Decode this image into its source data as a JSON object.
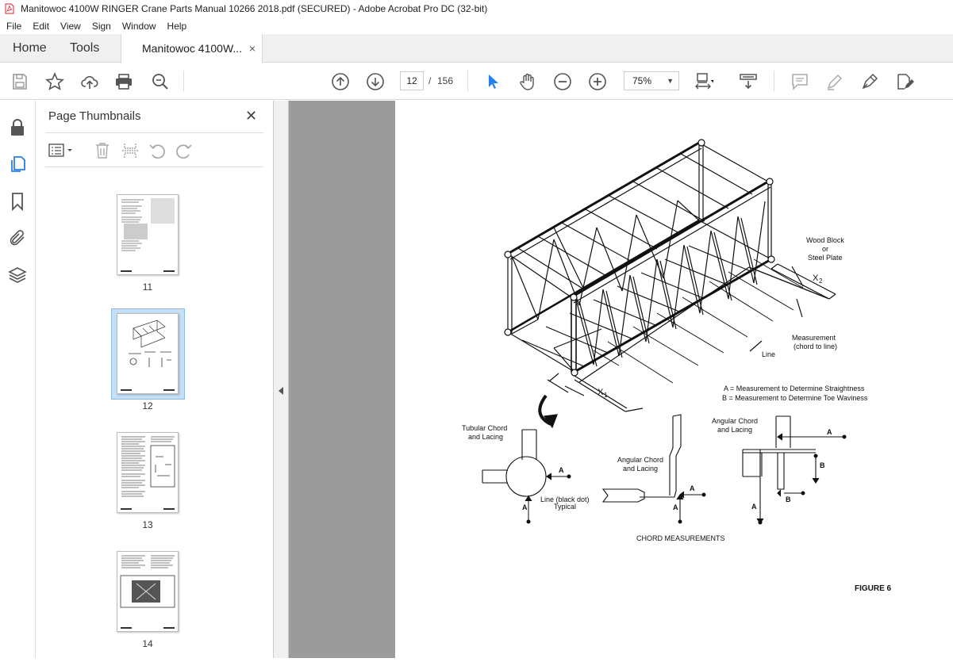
{
  "window": {
    "title": "Manitowoc 4100W RINGER Crane Parts Manual 10266 2018.pdf (SECURED) - Adobe Acrobat Pro DC (32-bit)"
  },
  "menu": [
    "File",
    "Edit",
    "View",
    "Sign",
    "Window",
    "Help"
  ],
  "tabs": {
    "home": "Home",
    "tools": "Tools",
    "document": "Manitowoc 4100W...",
    "close": "×"
  },
  "toolbar": {
    "current_page": "12",
    "page_separator": "/",
    "total_pages": "156",
    "zoom": "75%"
  },
  "panel": {
    "title": "Page Thumbnails",
    "close": "✕"
  },
  "thumbnails": [
    {
      "label": "11",
      "selected": false
    },
    {
      "label": "12",
      "selected": true
    },
    {
      "label": "13",
      "selected": false
    },
    {
      "label": "14",
      "selected": false
    }
  ],
  "document": {
    "wood_block_1": "Wood Block",
    "wood_block_2": "or",
    "wood_block_3": "Steel Plate",
    "x2": "X",
    "x2_sub": "2",
    "x1": "X",
    "x1_sub": "1",
    "measurement_1": "Measurement",
    "measurement_2": "(chord to line)",
    "line": "Line",
    "legend_a": "A = Measurement to Determine Straightness",
    "legend_b": "B = Measurement to Determine Toe Waviness",
    "tubular_1": "Tubular Chord",
    "tubular_2": "and Lacing",
    "angular_mid_1": "Angular Chord",
    "angular_mid_2": "and Lacing",
    "angular_right_1": "Angular Chord",
    "angular_right_2": "and Lacing",
    "line_dot_1": "Line (black dot)",
    "line_dot_2": "Typical",
    "dim_a": "A",
    "dim_b": "B",
    "caption": "CHORD MEASUREMENTS",
    "figure": "FIGURE 6"
  },
  "colors": {
    "accent": "#2680eb",
    "selection": "#c5dff5",
    "viewer_bg": "#9b9b9b"
  }
}
